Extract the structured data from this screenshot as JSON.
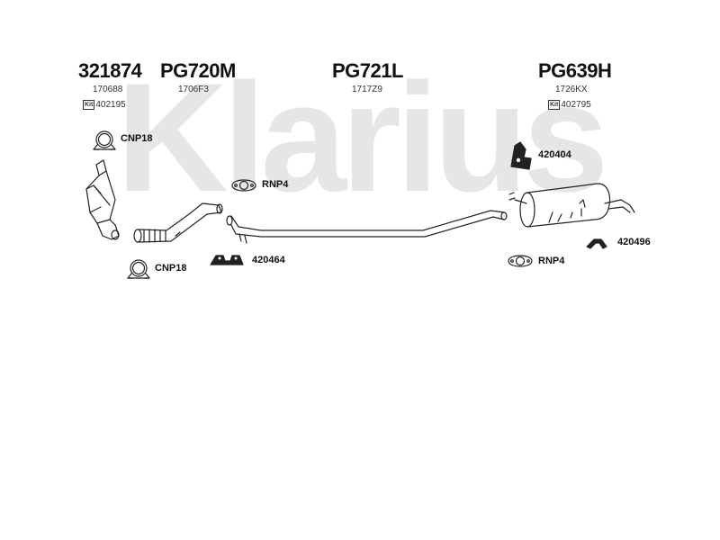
{
  "watermark": {
    "text": "Klarius",
    "color": "#e6e6e6"
  },
  "headers": [
    {
      "part_number": "321874",
      "oem_code": "170688",
      "kit_code": "402195"
    },
    {
      "part_number": "PG720M",
      "oem_code": "1706F3"
    },
    {
      "part_number": "PG721L",
      "oem_code": "1717Z9"
    },
    {
      "part_number": "PG639H",
      "oem_code": "1726KX",
      "kit_code": "402795"
    }
  ],
  "kit_badge": "Kit",
  "fittings": [
    {
      "label": "CNP18",
      "kind": "clamp-ring"
    },
    {
      "label": "RNP4",
      "kind": "flange-gasket"
    },
    {
      "label": "CNP18",
      "kind": "clamp-ring"
    },
    {
      "label": "420464",
      "kind": "mounting-bracket"
    },
    {
      "label": "420404",
      "kind": "rubber-hanger"
    },
    {
      "label": "420496",
      "kind": "rubber-mount"
    },
    {
      "label": "RNP4",
      "kind": "flange-gasket"
    }
  ],
  "colors": {
    "line": "#222222",
    "text": "#111111",
    "watermark": "#e6e6e6"
  }
}
